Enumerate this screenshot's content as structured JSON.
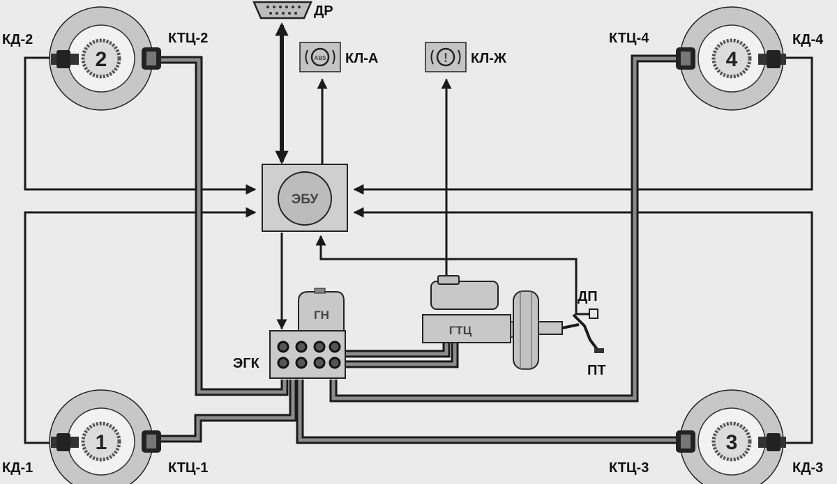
{
  "wheels": [
    {
      "number": "1",
      "sensor_label": "КД-1",
      "caliper_label": "КТЦ-1"
    },
    {
      "number": "2",
      "sensor_label": "КД-2",
      "caliper_label": "КТЦ-2"
    },
    {
      "number": "3",
      "sensor_label": "КД-3",
      "caliper_label": "КТЦ-3"
    },
    {
      "number": "4",
      "sensor_label": "КД-4",
      "caliper_label": "КТЦ-4"
    }
  ],
  "components": {
    "diagnostic_connector": "ДР",
    "abs_lamp": "КЛ-А",
    "brake_fluid_lamp": "КЛ-Ж",
    "ecu": "ЭБУ",
    "pump": "ГН",
    "hydraulic_unit": "ЭГК",
    "master_cylinder": "ГТЦ",
    "pedal_switch": "ДП",
    "brake_pedal": "ПТ"
  },
  "colors": {
    "background": "#ebebeb",
    "line": "#1a1a1a",
    "pipe_fill": "#8c8c8c",
    "component_fill": "#cfcfcf",
    "wheel_ring": "#c7c7c7"
  }
}
